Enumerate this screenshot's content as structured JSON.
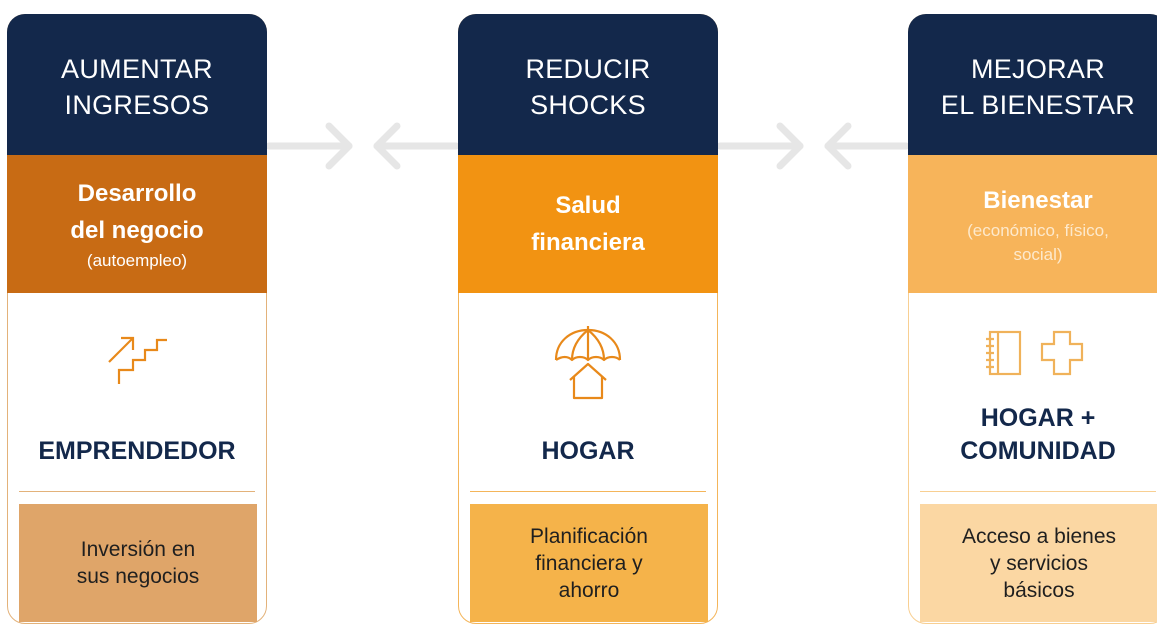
{
  "columns": [
    {
      "head_line1": "AUMENTAR",
      "head_line2": "INGRESOS",
      "band_title_line1": "Desarrollo",
      "band_title_line2": "del negocio",
      "band_sub_line1": "(autoempleo)",
      "band_sub_line2": "",
      "icon": "stairs-arrow-icon",
      "label_line1": "EMPRENDEDOR",
      "label_line2": "",
      "bottom_line1": "Inversión en",
      "bottom_line2": "sus negocios",
      "bottom_line3": ""
    },
    {
      "head_line1": "REDUCIR",
      "head_line2": "SHOCKS",
      "band_title_line1": "Salud",
      "band_title_line2": "financiera",
      "band_sub_line1": "",
      "band_sub_line2": "",
      "icon": "umbrella-house-icon",
      "label_line1": "HOGAR",
      "label_line2": "",
      "bottom_line1": "Planificación",
      "bottom_line2": "financiera y",
      "bottom_line3": "ahorro"
    },
    {
      "head_line1": "MEJORAR",
      "head_line2": "EL BIENESTAR",
      "band_title_line1": "Bienestar",
      "band_title_line2": "",
      "band_sub_line1": "(económico, físico,",
      "band_sub_line2": "social)",
      "icon": "notebook-and-health-cross-icon",
      "label_line1": "HOGAR +",
      "label_line2": "COMUNIDAD",
      "bottom_line1": "Acceso a bienes",
      "bottom_line2": "y servicios",
      "bottom_line3": "básicos"
    }
  ],
  "colors": {
    "header": "#13284b",
    "band_1": "#c86b14",
    "band_2": "#f29312",
    "band_3": "#f7b45a",
    "bottom_1": "#dfa569",
    "bottom_2": "#f5b34a",
    "bottom_3": "#fbd7a3",
    "icon": "#e8891a",
    "arrow": "#e6e6e6"
  }
}
